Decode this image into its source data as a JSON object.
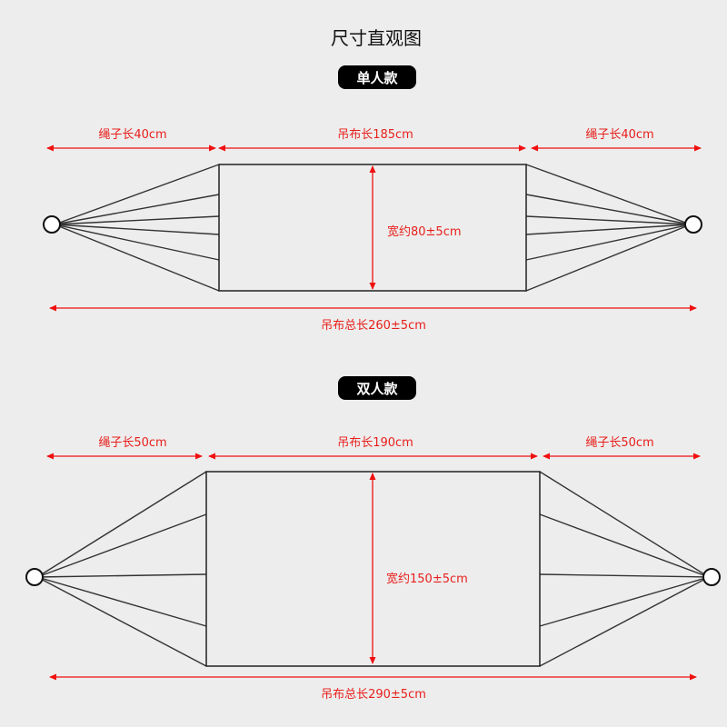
{
  "title": "尺寸直观图",
  "colors": {
    "background": "#ededed",
    "dimension": "#f01010",
    "badge": "#000000"
  },
  "single": {
    "badge": "单人款",
    "rope_left": "绳子长40cm",
    "fabric": "吊布长185cm",
    "rope_right": "绳子长40cm",
    "width": "宽约80±5cm",
    "total": "吊布总长260±5cm",
    "rope_count_per_side": 6
  },
  "double": {
    "badge": "双人款",
    "rope_left": "绳子长50cm",
    "fabric": "吊布长190cm",
    "rope_right": "绳子长50cm",
    "width": "宽约150±5cm",
    "total": "吊布总长290±5cm",
    "rope_count_per_side": 5
  }
}
